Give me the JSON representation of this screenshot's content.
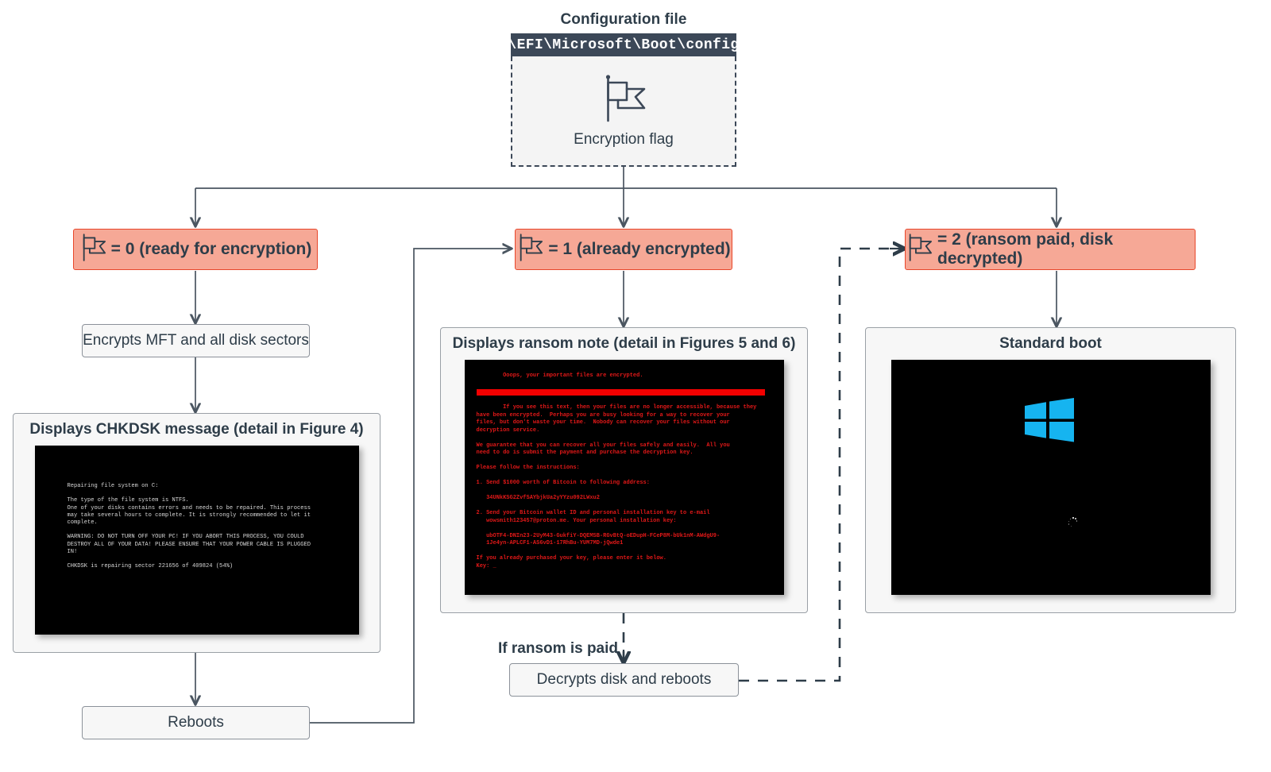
{
  "diagram": {
    "config": {
      "caption": "Configuration file",
      "path": "\\EFI\\Microsoft\\Boot\\config",
      "flag_label": "Encryption flag"
    },
    "states": [
      {
        "id": "flag0",
        "label": "= 0 (ready for encryption)"
      },
      {
        "id": "flag1",
        "label": "= 1 (already encrypted)"
      },
      {
        "id": "flag2",
        "label": "= 2 (ransom paid, disk decrypted)"
      }
    ],
    "steps": {
      "encrypts": "Encrypts MFT and all disk sectors",
      "reboots": "Reboots",
      "decrypts": "Decrypts disk and reboots"
    },
    "edge_labels": {
      "if_ransom_paid": "If ransom is paid"
    },
    "panels": [
      {
        "id": "chkdsk",
        "title": "Displays CHKDSK message (detail in Figure 4)"
      },
      {
        "id": "ransom",
        "title": "Displays ransom note (detail in Figures 5 and 6)"
      },
      {
        "id": "boot",
        "title": "Standard boot"
      }
    ],
    "chkdsk_screen": {
      "lines": [
        "Repairing file system on C:",
        "",
        "The type of the file system is NTFS.",
        "One of your disks contains errors and needs to be repaired. This process",
        "may take several hours to complete. It is strongly recommended to let it",
        "complete.",
        "",
        "WARNING: DO NOT TURN OFF YOUR PC! IF YOU ABORT THIS PROCESS, YOU COULD",
        "DESTROY ALL OF YOUR DATA! PLEASE ENSURE THAT YOUR POWER CABLE IS PLUGGED",
        "IN!",
        "",
        "CHKDSK is repairing sector 221656 of 409824 (54%)"
      ]
    },
    "ransom_screen": {
      "headline": "Ooops, your important files are encrypted.",
      "body_1": [
        "If you see this text, then your files are no longer accessible, because they",
        "have been encrypted.  Perhaps you are busy looking for a way to recover your",
        "files, but don't waste your time.  Nobody can recover your files without our",
        "decryption service.",
        "",
        "We guarantee that you can recover all your files safely and easily.  All you",
        "need to do is submit the payment and purchase the decryption key.",
        "",
        "Please follow the instructions:",
        "",
        "1. Send $1000 worth of Bitcoin to following address:",
        "",
        "   34UNkKSG2ZvfSAYbjkUa2yYYzu092LWxu2",
        "",
        "2. Send your Bitcoin wallet ID and personal installation key to e-mail",
        "   wowsmith123457@proton.me. Your personal installation key:",
        "",
        "   ubOTF4-DNIn23-2UyM43-GukfiY-DQEMSB-RGvBtQ-oEDupH-FCeP8M-bUk1nM-AWdgU9-",
        "   1Je4yn-APLCF1-AS6vD1-17RhBu-YUM7MD-jQwde1",
        "",
        "If you already purchased your key, please enter it below.",
        "Key: _"
      ]
    },
    "boot_screen": {
      "logo": "windows-logo",
      "spinner": "boot-spinner"
    },
    "colors": {
      "state_fill": "#f6a896",
      "state_border": "#e8472b",
      "header_fill": "#3c4858",
      "panel_fill": "#f7f7f7",
      "wire": "#4a5560",
      "ransom_red": "#e21818",
      "ransom_bar": "#f20000",
      "windows_blue": "#16b4f0"
    }
  }
}
